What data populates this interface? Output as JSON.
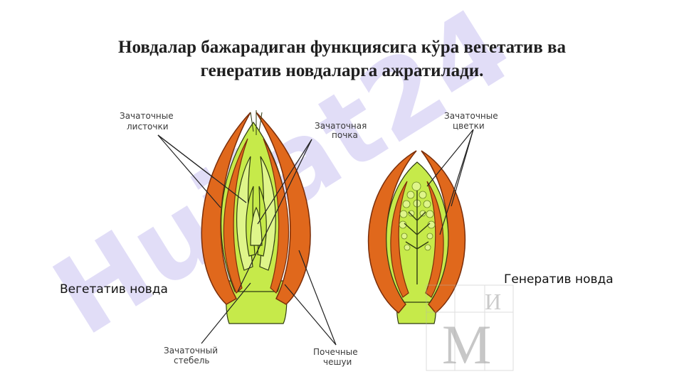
{
  "slide": {
    "title_line1": "Новдалар бажарадиган функциясига кўра вегетатив ва",
    "title_line2": "генератив новдаларга ажратилади.",
    "caption_left": "Вегетатив новда",
    "caption_right": "Генератив новда"
  },
  "diagram_labels": {
    "leaf_primordia_1": "Зачаточные",
    "leaf_primordia_2": "листочки",
    "bud_primordium_1": "Зачаточная",
    "bud_primordium_2": "почка",
    "flower_primordia_1": "Зачаточные",
    "flower_primordia_2": "цветки",
    "stem_primordium_1": "Зачаточный",
    "stem_primordium_2": "стебель",
    "bud_scales_1": "Почечные",
    "bud_scales_2": "чешуи"
  },
  "watermark": {
    "text": "Hujjat24",
    "color": "#d7d2f5"
  },
  "logo": {
    "letter_top": "И",
    "letter_bottom": "М"
  },
  "colors": {
    "scale_orange": "#e0681c",
    "scale_dark": "#7a2e0a",
    "tissue_green": "#c6ea4a",
    "tissue_light": "#dff58a",
    "outline": "#2f3b12"
  }
}
